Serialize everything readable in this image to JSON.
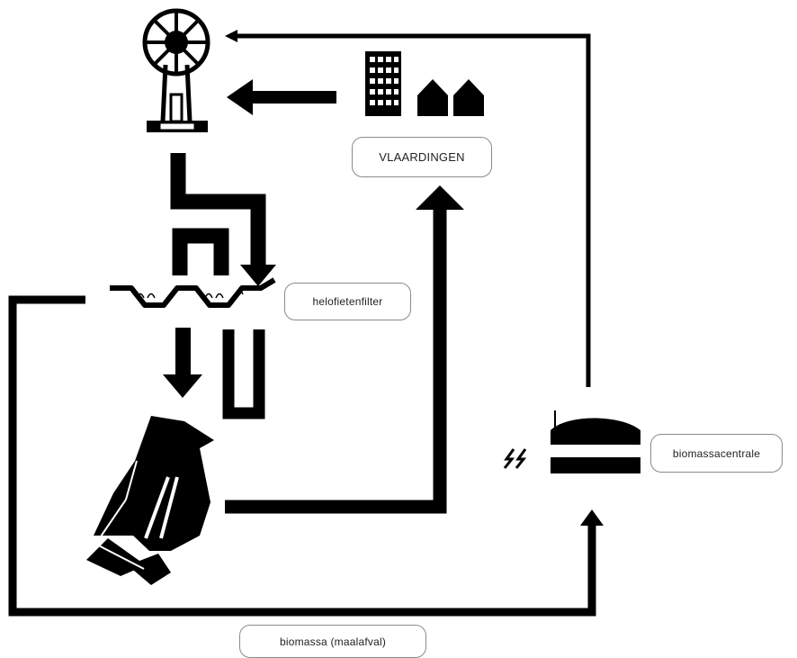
{
  "labels": {
    "vlaardingen": "VLAARDINGEN",
    "helofietenfilter": "helofietenfilter",
    "biomassacentrale": "biomassacentrale",
    "biomassa": "biomassa (maalafval)"
  },
  "icons": [
    "incinerator-plant-icon",
    "apartment-building-icon",
    "house-icon",
    "helophyte-filter-icon",
    "wastewater-treatment-icon",
    "biomass-plant-icon",
    "electricity-icon"
  ],
  "colors": {
    "stroke": "#000000",
    "background": "#ffffff",
    "label_border": "#8a8a8a"
  }
}
